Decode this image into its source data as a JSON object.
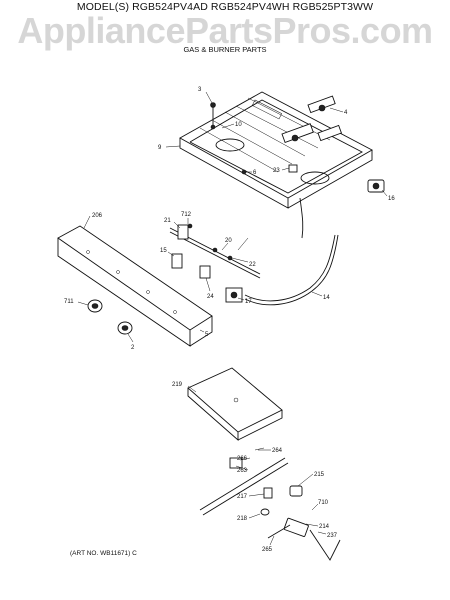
{
  "header": {
    "models": "MODEL(S) RGB524PV4AD  RGB524PV4WH  RGB525PT3WW",
    "watermark": "AppliancePartsPros.com",
    "subtitle": "GAS & BURNER PARTS"
  },
  "footer": {
    "art_number": "(ART NO. WB11671) C"
  },
  "callouts": {
    "c3": "3",
    "c4": "4",
    "c9": "9",
    "c10": "10",
    "c6": "6",
    "c23": "23",
    "c16": "16",
    "c206": "206",
    "c21": "21",
    "c712": "712",
    "c15": "15",
    "c20": "20",
    "c22": "22",
    "c24": "24",
    "c17": "17",
    "c14": "14",
    "c711": "711",
    "c2": "2",
    "c5": "5",
    "c219": "219",
    "c264": "264",
    "c266": "266",
    "c263": "263",
    "c215": "215",
    "c217": "217",
    "c710": "710",
    "c218": "218",
    "c214": "214",
    "c237": "237",
    "c265": "265"
  }
}
